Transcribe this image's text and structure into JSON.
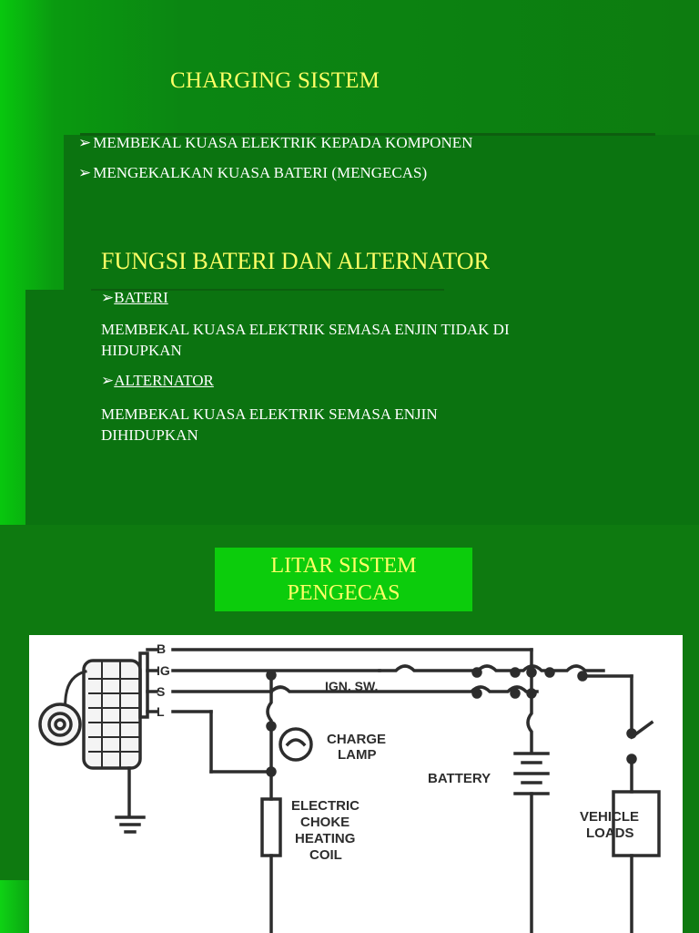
{
  "slide1": {
    "title": "CHARGING SISTEM",
    "arrow_glyph": "➢",
    "bullets": [
      "MEMBEKAL KUASA ELEKTRIK KEPADA  KOMPONEN",
      "MENGEKALKAN KUASA BATERI (MENGECAS)"
    ],
    "section_heading": "FUNGSI BATERI DAN ALTERNATOR",
    "items": [
      {
        "label": "BATERI",
        "lines": [
          "MEMBEKAL KUASA ELEKTRIK SEMASA ENJIN TIDAK DI",
          "HIDUPKAN"
        ]
      },
      {
        "label": "ALTERNATOR",
        "lines": [
          "MEMBEKAL KUASA ELEKTRIK SEMASA ENJIN",
          "DIHIDUPKAN"
        ]
      }
    ]
  },
  "slide2": {
    "title_lines": [
      "LITAR SISTEM",
      "PENGECAS"
    ],
    "diagram": {
      "terminals": [
        "B",
        "IG",
        "S",
        "L"
      ],
      "ign_switch": "IGN. SW.",
      "charge_lamp": [
        "CHARGE",
        "LAMP"
      ],
      "battery": "BATTERY",
      "choke": [
        "ELECTRIC",
        "CHOKE",
        "HEATING",
        "COIL"
      ],
      "loads": [
        "VEHICLE",
        "LOADS"
      ]
    }
  },
  "colors": {
    "background_green": "#0e7a10",
    "title_yellow": "#ffff66",
    "box_green": "#0ccc0c",
    "text_white": "#ffffff"
  }
}
